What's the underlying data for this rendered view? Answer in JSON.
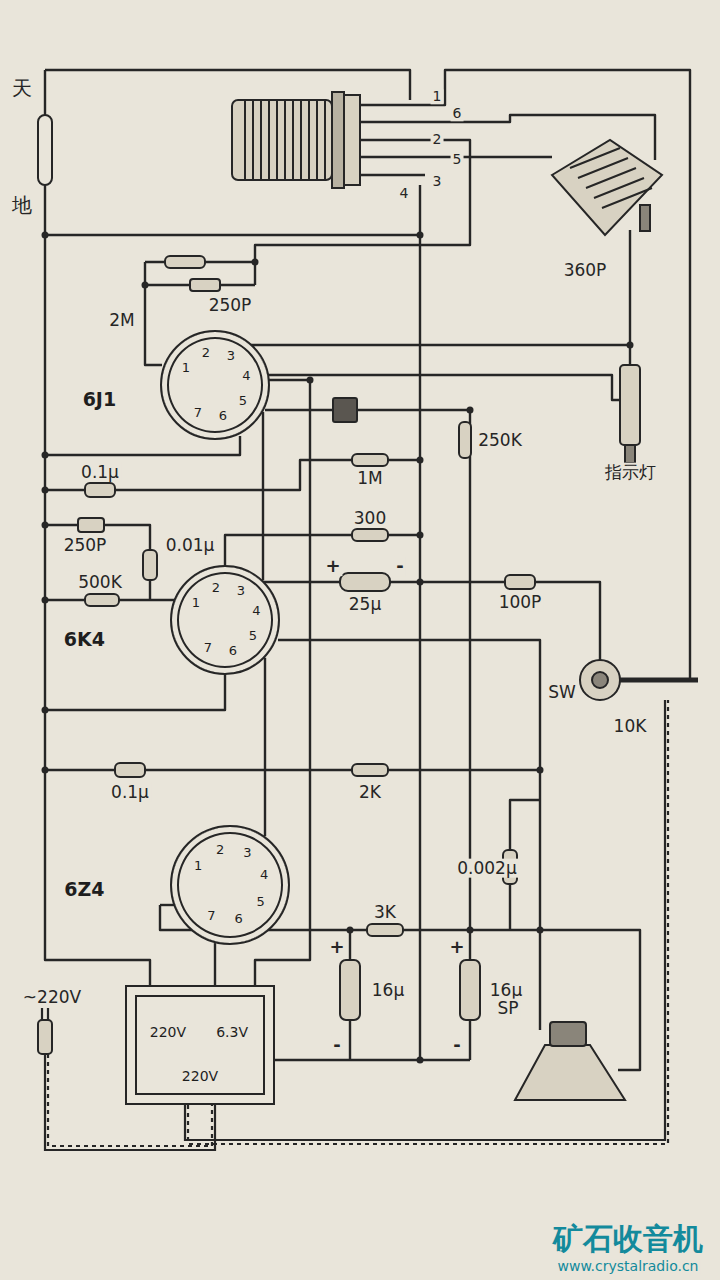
{
  "diagram": {
    "nodes": [
      {
        "text": [
          "6J1",
          "1",
          "2",
          "3",
          "4",
          "5",
          "6",
          "7"
        ]
      },
      {
        "text": [
          "6K4",
          "1",
          "2",
          "3",
          "4",
          "5",
          "6",
          "7"
        ]
      },
      {
        "text": [
          "6Z4",
          "1",
          "2",
          "3",
          "4",
          "5",
          "6",
          "7"
        ]
      },
      {
        "text": [
          "220V",
          "6.3V",
          "220V"
        ]
      }
    ],
    "edges": [
      {
        "from": 3,
        "to": 2,
        "arrow": "none"
      },
      {
        "from": 2,
        "to": 1,
        "arrow": "none"
      },
      {
        "from": 1,
        "to": 0,
        "arrow": "none"
      }
    ],
    "labels": [
      "天",
      "1",
      "6",
      "2",
      "5",
      "3",
      "4",
      "地",
      "360P",
      "2M",
      "250P",
      "1M",
      "250K",
      "指示灯",
      "0.1μ",
      "300",
      "250P",
      "0.01μ",
      "500K",
      "+",
      "-",
      "25μ",
      "100P",
      "SW",
      "10K",
      "0.1μ",
      "2K",
      "0.002μ",
      "3K",
      "~220V",
      "+",
      "+",
      "16μ",
      "16μ",
      "-",
      "-",
      "SP",
      "矿石收音机",
      "www.crystalradio.cn"
    ]
  }
}
